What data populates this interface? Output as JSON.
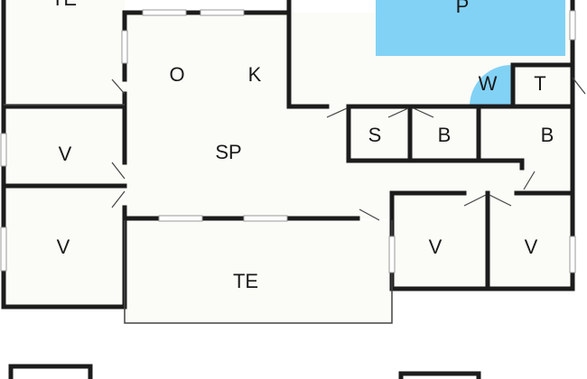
{
  "floorplan": {
    "colors": {
      "background": "#ffffff",
      "floor": "#fbfbf7",
      "wall": "#1c1c1c",
      "thin_wall": "#444444",
      "window": "#9a9a9a",
      "pool": "#82d2f5"
    },
    "labels": {
      "te_top": "TE",
      "pool": "P",
      "o": "O",
      "k": "K",
      "w": "W",
      "t": "T",
      "sp": "SP",
      "s": "S",
      "b_small": "B",
      "b_right": "B",
      "v_left_upper": "V",
      "v_left_lower": "V",
      "v_bottom_mid": "V",
      "v_bottom_right": "V",
      "te_bottom": "TE"
    }
  }
}
